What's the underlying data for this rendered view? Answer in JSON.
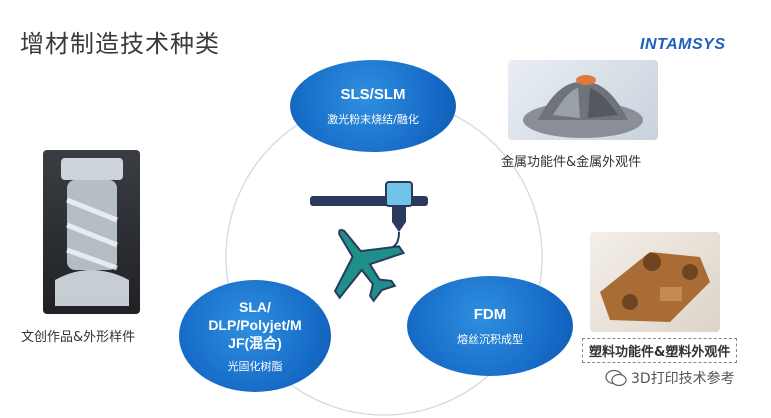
{
  "title": "增材制造技术种类",
  "brand": "INTAMSYS",
  "bubbles": [
    {
      "main": "SLS/SLM",
      "sub": "激光粉末烧结/融化"
    },
    {
      "main_lines": [
        "SLA/",
        "DLP/Polyjet/M",
        "JF(混合)"
      ],
      "sub": "光固化树脂"
    },
    {
      "main": "FDM",
      "sub": "熔丝沉积成型"
    }
  ],
  "captions": {
    "metal": "金属功能件&金属外观件",
    "creative": "文创作品&外形样件",
    "plastic": "塑料功能件&塑料外观件"
  },
  "watermark": "3D打印技术参考",
  "colors": {
    "accent": "#1468c4",
    "icon_teal": "#1f8f8a",
    "icon_navy": "#2b3a5c",
    "icon_sky": "#6fc3e8"
  },
  "icons": [
    "airplane-icon",
    "printer-nozzle-icon",
    "wechat-icon"
  ]
}
